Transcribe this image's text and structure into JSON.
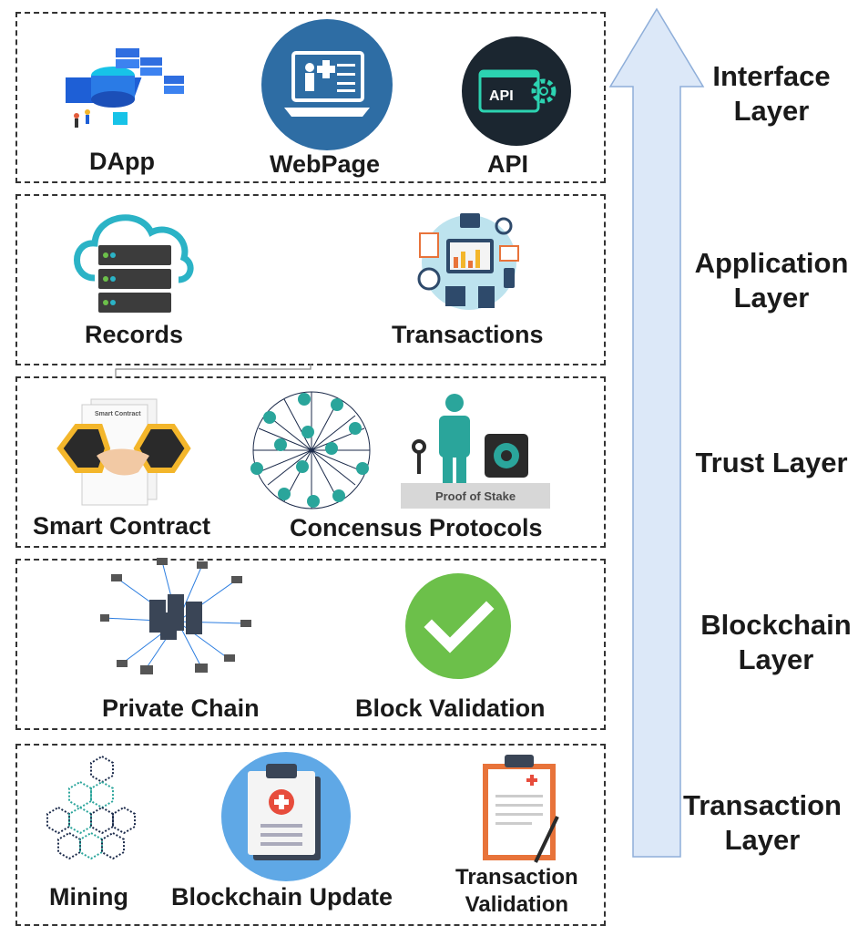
{
  "layers": [
    {
      "name": "Interface Layer",
      "line1": "Interface",
      "line2": "Layer"
    },
    {
      "name": "Application Layer",
      "line1": "Application",
      "line2": "Layer"
    },
    {
      "name": "Trust Layer",
      "line1": "Trust Layer",
      "line2": ""
    },
    {
      "name": "Blockchain Layer",
      "line1": "Blockchain",
      "line2": "Layer"
    },
    {
      "name": "Transaction Layer",
      "line1": "Transaction",
      "line2": "Layer"
    }
  ],
  "interface": {
    "dapp": "DApp",
    "webpage": "WebPage",
    "api": "API",
    "api_icon_text": "API"
  },
  "application": {
    "records": "Records",
    "transactions": "Transactions"
  },
  "trust": {
    "smart_contract": "Smart Contract",
    "smart_contract_doc": "Smart Contract",
    "consensus": "Concensus Protocols",
    "pos_caption": "Proof of Stake"
  },
  "blockchain": {
    "private_chain": "Private Chain",
    "block_validation": "Block Validation"
  },
  "transaction": {
    "mining": "Mining",
    "blockchain_update": "Blockchain Update",
    "tx_validation_1": "Transaction",
    "tx_validation_2": "Validation"
  },
  "colors": {
    "arrow_fill": "#dce8f8",
    "arrow_stroke": "#8eaed9",
    "teal": "#2aa59b",
    "green": "#6cc04a",
    "navy": "#1b2a4a"
  }
}
